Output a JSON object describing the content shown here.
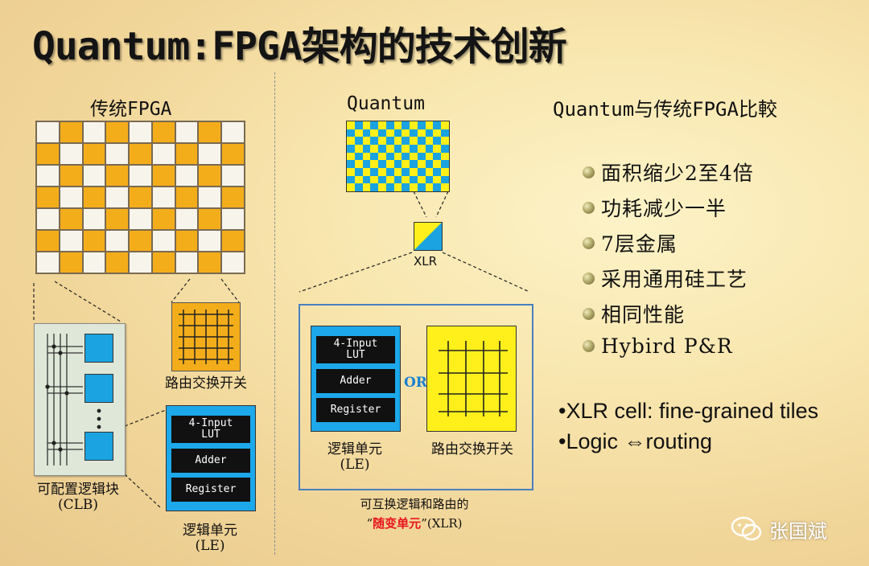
{
  "title": "Quantum:FPGA架构的技术创新",
  "left": {
    "heading": "传统FPGA",
    "clb_caption": "可配置逻辑块",
    "clb_abbr": "(CLB)",
    "switch_caption": "路由交换开关",
    "le": {
      "rows": [
        "4-Input\nLUT",
        "Adder",
        "Register"
      ],
      "caption": "逻辑单元",
      "abbr": "(LE)"
    }
  },
  "middle": {
    "heading": "Quantum",
    "xlr_label": "XLR",
    "le": {
      "rows": [
        "4-Input\nLUT",
        "Adder",
        "Register"
      ],
      "caption": "逻辑单元",
      "abbr": "(LE)"
    },
    "or_label": "OR",
    "switch_caption": "路由交换开关",
    "footer_line1": "可互换逻辑和路由的",
    "footer_quote_open": "“",
    "footer_highlight": "随变单元",
    "footer_quote_close": "”(XLR)"
  },
  "right": {
    "heading": "Quantum与传统FPGA比較",
    "bullets": [
      "面积缩少2至4倍",
      "功耗减少一半",
      "7层金属",
      "采用通用硅工艺",
      "相同性能",
      "Hybird P&R"
    ],
    "notes": [
      "•XLR cell: fine-grained tiles",
      "•Logic ⇔routing"
    ]
  },
  "watermark": "张国斌",
  "colors": {
    "orange": "#f4ad1a",
    "blue": "#1aa3e0",
    "yellow": "#ffef1a",
    "highlight": "#e8141c"
  }
}
